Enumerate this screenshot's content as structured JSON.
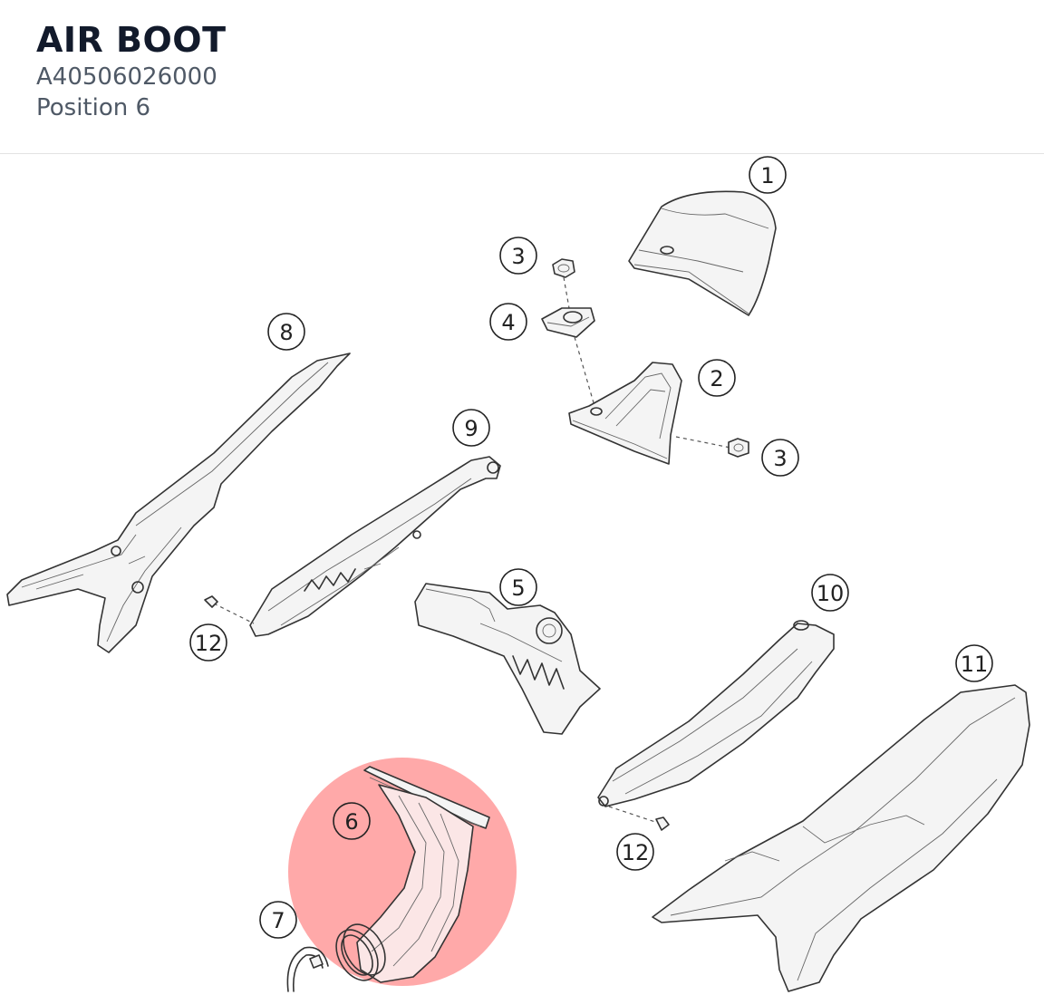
{
  "header": {
    "title": "AIR BOOT",
    "part_number": "A40506026000",
    "position_label": "Position 6"
  },
  "diagram": {
    "highlight_color": "#ffa9a9",
    "callouts": [
      "1",
      "2",
      "3",
      "3",
      "4",
      "5",
      "6",
      "7",
      "8",
      "9",
      "10",
      "11",
      "12",
      "12"
    ]
  }
}
